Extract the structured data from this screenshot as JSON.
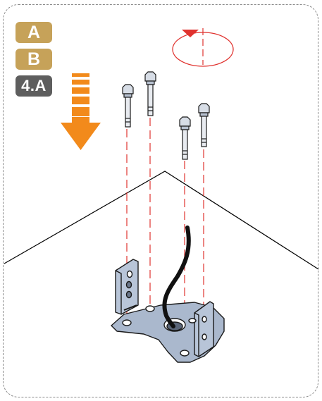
{
  "labels": {
    "variant_a": "A",
    "variant_b": "B",
    "step": "4.A"
  },
  "colors": {
    "badge_gold": "#c6a259",
    "badge_gray": "#5e5e5e",
    "arrow_orange": "#f28a1b",
    "guide_red": "#e0322e",
    "bracket_blue": "#a9b7cc"
  },
  "icons": [
    "down-arrow-icon",
    "rotation-arrow-icon"
  ],
  "parts": [
    "anchor-bolt",
    "anchor-bolt",
    "anchor-bolt",
    "anchor-bolt",
    "mounting-bracket",
    "cable"
  ]
}
